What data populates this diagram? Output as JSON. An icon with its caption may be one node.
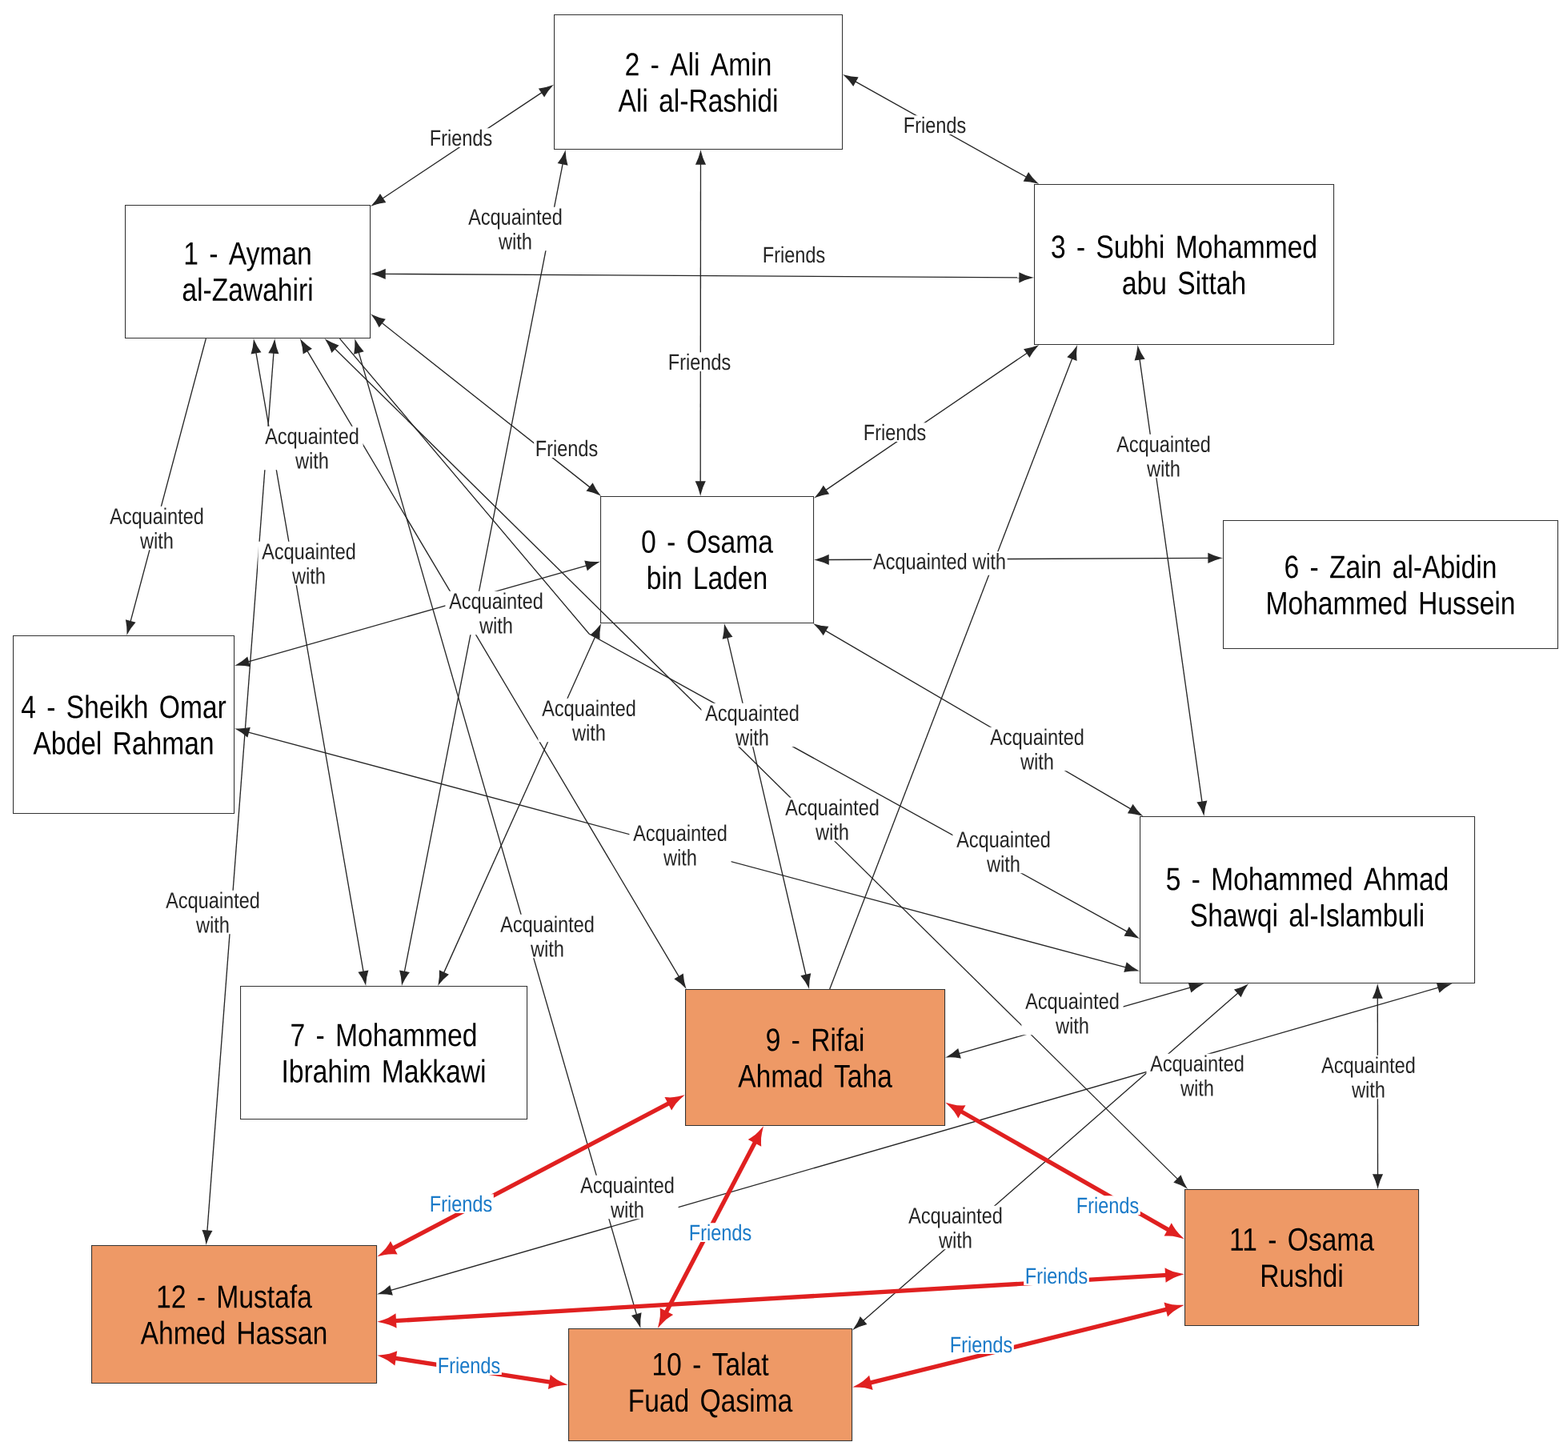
{
  "diagram": {
    "nodes": [
      {
        "text": [
          "2 - Ali Amin Ali al-Rashidi"
        ]
      },
      {
        "text": [
          "1 - Ayman al-Zawahiri"
        ]
      },
      {
        "text": [
          "3 - Subhi Mohammed abu Sittah"
        ]
      },
      {
        "text": [
          "0 - Osama bin Laden"
        ]
      },
      {
        "text": [
          "6 - Zain al-Abidin Mohammed Hussein"
        ]
      },
      {
        "text": [
          "4 - Sheikh Omar Abdel Rahman"
        ]
      },
      {
        "text": [
          "5 - Mohammed Ahmad Shawqi al-Islambuli"
        ]
      },
      {
        "text": [
          "7 - Mohammed Ibrahim Makkawi"
        ]
      },
      {
        "text": [
          "9 - Rifai Ahmad Taha"
        ]
      },
      {
        "text": [
          "11 - Osama Rushdi"
        ]
      },
      {
        "text": [
          "12 - Mustafa Ahmed Hassan"
        ]
      },
      {
        "text": [
          "10 - Talat Fuad Qasima"
        ]
      }
    ],
    "edges": [
      {
        "from": 1,
        "to": 0,
        "arrow": "both",
        "label": "Friends"
      },
      {
        "from": 0,
        "to": 2,
        "arrow": "both",
        "label": "Friends"
      },
      {
        "from": 1,
        "to": 2,
        "arrow": "both",
        "label": "Friends"
      },
      {
        "from": 0,
        "to": 3,
        "arrow": "both",
        "label": "Friends"
      },
      {
        "from": 2,
        "to": 3,
        "arrow": "both",
        "label": "Friends"
      },
      {
        "from": 1,
        "to": 3,
        "arrow": "both",
        "label": "Friends"
      },
      {
        "from": 1,
        "to": 5,
        "arrow": "to",
        "label": "Acquainted with"
      },
      {
        "from": 0,
        "to": 7,
        "arrow": "both",
        "label": "Acquainted with"
      },
      {
        "from": 1,
        "to": 8,
        "arrow": "both",
        "label": "Acquainted with"
      },
      {
        "from": 1,
        "to": 7,
        "arrow": "both",
        "label": "Acquainted with"
      },
      {
        "from": 3,
        "to": 5,
        "arrow": "both",
        "label": "Acquainted with"
      },
      {
        "from": 3,
        "to": 7,
        "arrow": "both",
        "label": "Acquainted with"
      },
      {
        "from": 3,
        "to": 8,
        "arrow": "both",
        "label": "Acquainted with"
      },
      {
        "from": 2,
        "to": 6,
        "arrow": "both",
        "label": "Acquainted with"
      },
      {
        "from": 3,
        "to": 4,
        "arrow": "both",
        "label": "Acquainted with"
      },
      {
        "from": 3,
        "to": 6,
        "arrow": "both",
        "label": "Acquainted with"
      },
      {
        "from": 1,
        "to": 9,
        "arrow": "both",
        "label": "Acquainted with"
      },
      {
        "from": 1,
        "to": 6,
        "arrow": "to",
        "label": "Acquainted with"
      },
      {
        "from": 5,
        "to": 6,
        "arrow": "both",
        "label": "Acquainted with"
      },
      {
        "from": 1,
        "to": 10,
        "arrow": "both",
        "label": "Acquainted with"
      },
      {
        "from": 1,
        "to": 11,
        "arrow": "both",
        "label": "Acquainted with"
      },
      {
        "from": 8,
        "to": 6,
        "arrow": "both",
        "label": "Acquainted with"
      },
      {
        "from": 6,
        "to": 9,
        "arrow": "both",
        "label": "Acquainted with"
      },
      {
        "from": 6,
        "to": 10,
        "arrow": "both",
        "label": "Acquainted with"
      },
      {
        "from": 6,
        "to": 11,
        "arrow": "both",
        "label": "Acquainted with"
      },
      {
        "from": 8,
        "to": 2,
        "arrow": "to"
      },
      {
        "from": 8,
        "to": 10,
        "arrow": "both",
        "label": "Friends",
        "style": "thick",
        "color": "#e02020"
      },
      {
        "from": 8,
        "to": 11,
        "arrow": "both",
        "label": "Friends",
        "style": "thick",
        "color": "#e02020"
      },
      {
        "from": 8,
        "to": 9,
        "arrow": "both",
        "label": "Friends",
        "style": "thick",
        "color": "#e02020"
      },
      {
        "from": 10,
        "to": 9,
        "arrow": "both",
        "label": "Friends",
        "style": "thick",
        "color": "#e02020"
      },
      {
        "from": 10,
        "to": 11,
        "arrow": "both",
        "label": "Friends",
        "style": "thick",
        "color": "#e02020"
      },
      {
        "from": 11,
        "to": 9,
        "arrow": "both",
        "label": "Friends",
        "style": "thick",
        "color": "#e02020"
      }
    ],
    "labels": [
      "Acquainted with"
    ]
  }
}
